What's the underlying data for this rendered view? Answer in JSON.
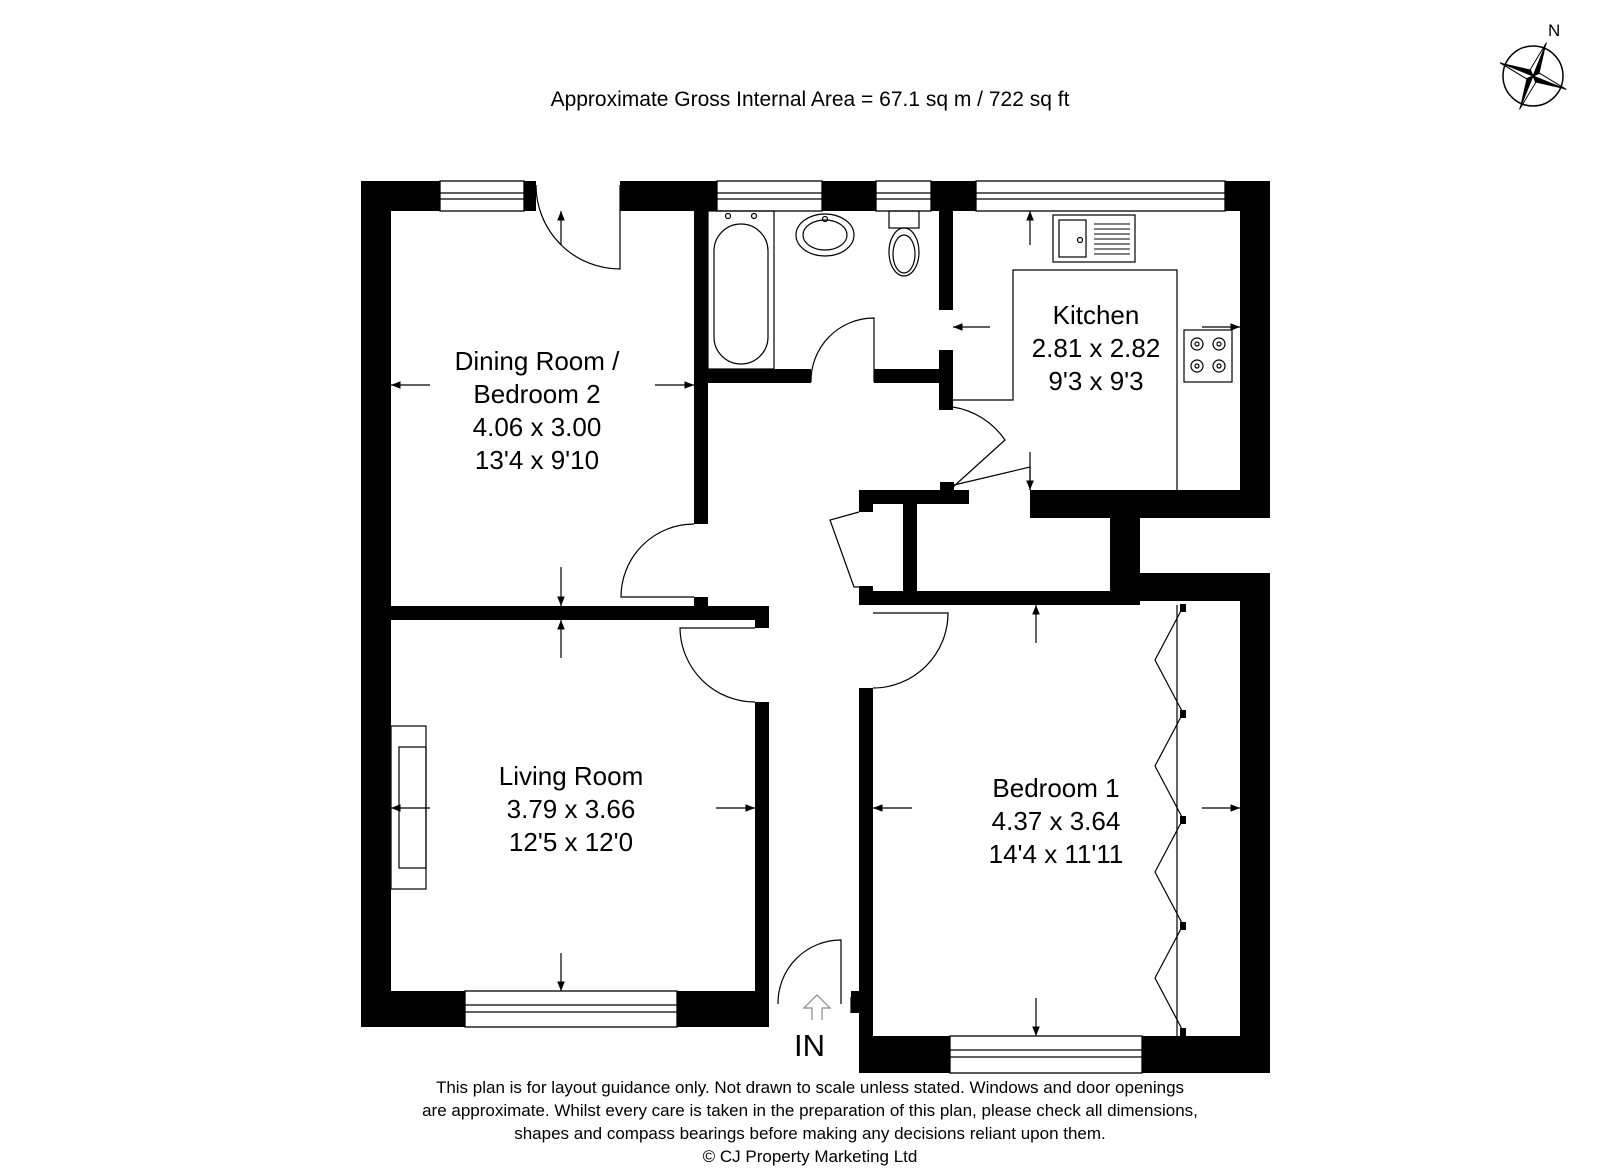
{
  "header": {
    "area_text": "Approximate Gross Internal Area = 67.1 sq m / 722 sq ft"
  },
  "compass": {
    "north_label": "N"
  },
  "rooms": {
    "dining": {
      "name_line1": "Dining Room /",
      "name_line2": "Bedroom 2",
      "metric": "4.06 x 3.00",
      "imperial": "13'4 x 9'10"
    },
    "kitchen": {
      "name": "Kitchen",
      "metric": "2.81 x 2.82",
      "imperial": "9'3 x 9'3"
    },
    "living": {
      "name": "Living Room",
      "metric": "3.79 x 3.66",
      "imperial": "12'5 x 12'0"
    },
    "bedroom1": {
      "name": "Bedroom 1",
      "metric": "4.37 x 3.64",
      "imperial": "14'4 x 11'11"
    }
  },
  "entrance": {
    "label": "IN"
  },
  "footer": {
    "line1": "This plan is for layout guidance only. Not drawn to scale unless stated. Windows and door openings",
    "line2": "are approximate. Whilst every care is taken in the preparation of this plan, please check all dimensions,",
    "line3": "shapes and compass bearings before making any decisions reliant upon them.",
    "line4": "© CJ Property Marketing Ltd"
  }
}
